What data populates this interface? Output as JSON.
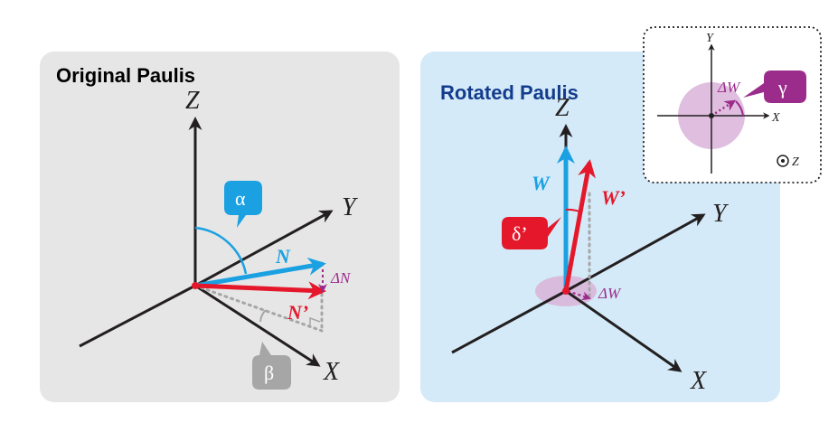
{
  "left_panel": {
    "title": "Original Paulis",
    "axes": {
      "z": "Z",
      "y": "Y",
      "x": "X"
    },
    "vectors": {
      "n": "N",
      "n_prime": "N’"
    },
    "delta_label": "ΔN",
    "badges": {
      "alpha": "α",
      "beta": "β"
    }
  },
  "right_panel": {
    "title": "Rotated Paulis",
    "axes": {
      "z": "Z",
      "y": "Y",
      "x": "X"
    },
    "vectors": {
      "w": "W",
      "w_prime": "W’"
    },
    "delta_label": "ΔW",
    "badges": {
      "delta_prime": "δ’"
    }
  },
  "inset": {
    "axes": {
      "y": "Y",
      "x": "X",
      "z": "Z"
    },
    "delta_label": "ΔW",
    "badge": "γ"
  },
  "colors": {
    "panel_left_bg": "#e6e6e6",
    "panel_right_bg": "#d4eaf8",
    "title_dark": "#000000",
    "title_blue": "#143c8c",
    "axis": "#231f20",
    "blue": "#1ba1e2",
    "red": "#e5182b",
    "purple": "#9c2c8c",
    "gray": "#a6a6a6",
    "lavender": "#d9b3d9"
  }
}
